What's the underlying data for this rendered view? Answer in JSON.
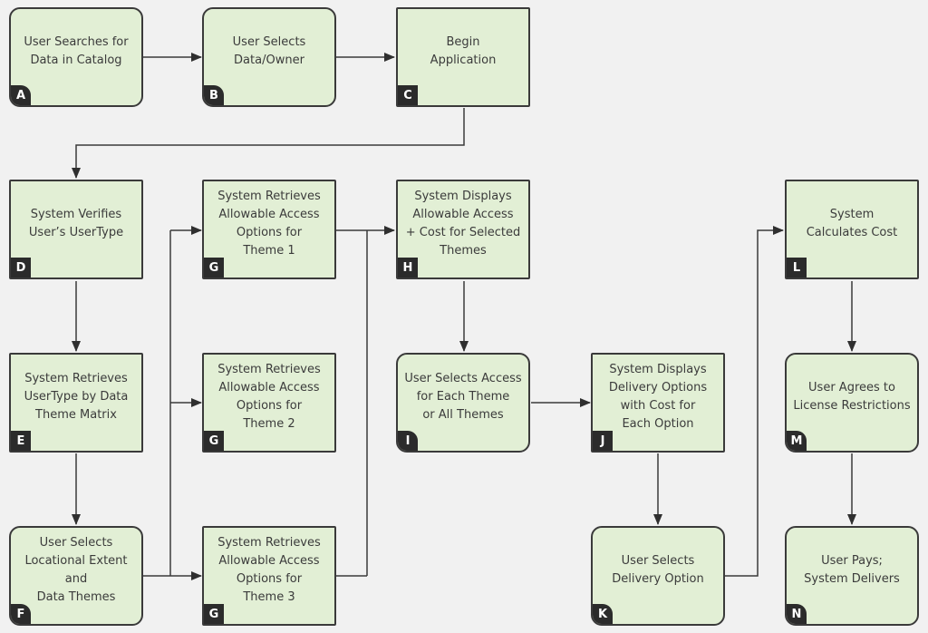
{
  "diagram": {
    "steps": [
      {
        "id": "A",
        "text": "User Searches for\nData in Catalog"
      },
      {
        "id": "B",
        "text": "User Selects\nData/Owner"
      },
      {
        "id": "C",
        "text": "Begin\nApplication"
      },
      {
        "id": "D",
        "text": "System Verifies\nUser’s UserType"
      },
      {
        "id": "E",
        "text": "System Retrieves\nUserType by Data\nTheme Matrix"
      },
      {
        "id": "F",
        "text": "User Selects\nLocational Extent and\nData Themes"
      },
      {
        "id": "G",
        "text": "System Retrieves\nAllowable Access\nOptions for\nTheme 1"
      },
      {
        "id": "G",
        "text": "System Retrieves\nAllowable Access\nOptions for\nTheme 2"
      },
      {
        "id": "G",
        "text": "System Retrieves\nAllowable Access\nOptions for\nTheme 3"
      },
      {
        "id": "H",
        "text": "System Displays\nAllowable Access\n+ Cost for Selected\nThemes"
      },
      {
        "id": "I",
        "text": "User Selects Access\nfor Each Theme\nor All Themes"
      },
      {
        "id": "J",
        "text": "System Displays\nDelivery Options\nwith Cost for\nEach Option"
      },
      {
        "id": "K",
        "text": "User Selects\nDelivery Option"
      },
      {
        "id": "L",
        "text": "System\nCalculates Cost"
      },
      {
        "id": "M",
        "text": "User Agrees to\nLicense Restrictions"
      },
      {
        "id": "N",
        "text": "User Pays;\nSystem Delivers"
      }
    ]
  }
}
